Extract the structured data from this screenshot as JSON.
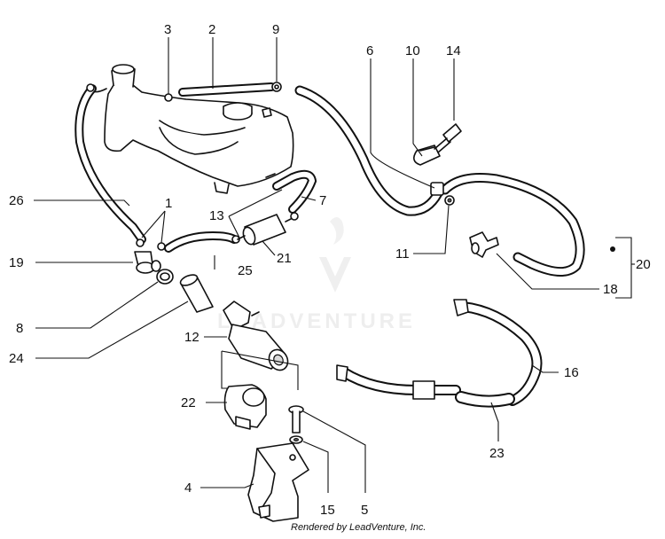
{
  "diagram": {
    "part_numbers": {
      "n1": "1",
      "n2": "2",
      "n3": "3",
      "n4": "4",
      "n5": "5",
      "n6": "6",
      "n7": "7",
      "n8": "8",
      "n9": "9",
      "n10": "10",
      "n11": "11",
      "n12": "12",
      "n13": "13",
      "n14": "14",
      "n15": "15",
      "n16": "16",
      "n18": "18",
      "n19": "19",
      "n20": "20",
      "n21": "21",
      "n22": "22",
      "n23": "23",
      "n24": "24",
      "n25": "25",
      "n26": "26"
    },
    "watermark": "LEADVENTURE",
    "credit": "Rendered by LeadVenture, Inc."
  }
}
